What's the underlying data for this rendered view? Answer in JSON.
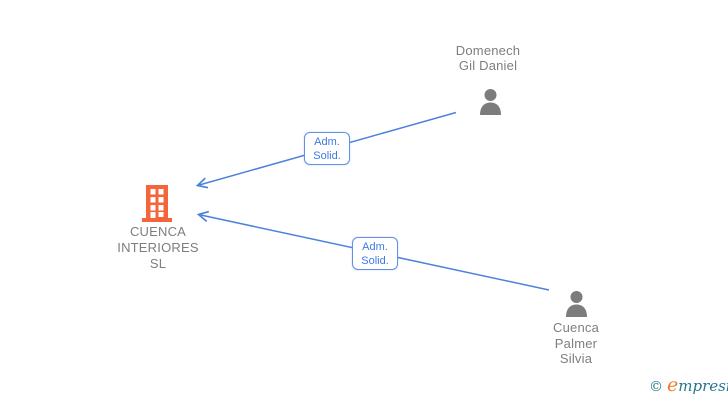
{
  "company": {
    "lines": [
      "CUENCA",
      "INTERIORES",
      "SL"
    ],
    "full_name": "CUENCA INTERIORES SL"
  },
  "persons": [
    {
      "full_name": "Domenech Gil Daniel",
      "lines": [
        "Domenech",
        "Gil Daniel"
      ]
    },
    {
      "full_name": "Cuenca Palmer Silvia",
      "lines": [
        "Cuenca",
        "Palmer",
        "Silvia"
      ]
    }
  ],
  "edges": [
    {
      "from": "Domenech Gil Daniel",
      "to": "CUENCA INTERIORES SL",
      "label": [
        "Adm.",
        "Solid."
      ]
    },
    {
      "from": "Cuenca Palmer Silvia",
      "to": "CUENCA INTERIORES SL",
      "label": [
        "Adm.",
        "Solid."
      ]
    }
  ],
  "watermark": {
    "copyright_symbol": "©",
    "brand_initial": "e",
    "brand_rest": "mpresia"
  },
  "colors": {
    "edge_blue": "#4C81DC",
    "label_blue": "#3D7ADF",
    "label_border": "#6191E4",
    "node_text": "#7E7E7E",
    "icon_gray": "#7C7C7C",
    "company_orange": "#F4653C",
    "watermark_teal": "#26758E",
    "watermark_orange": "#EE7D2B"
  }
}
